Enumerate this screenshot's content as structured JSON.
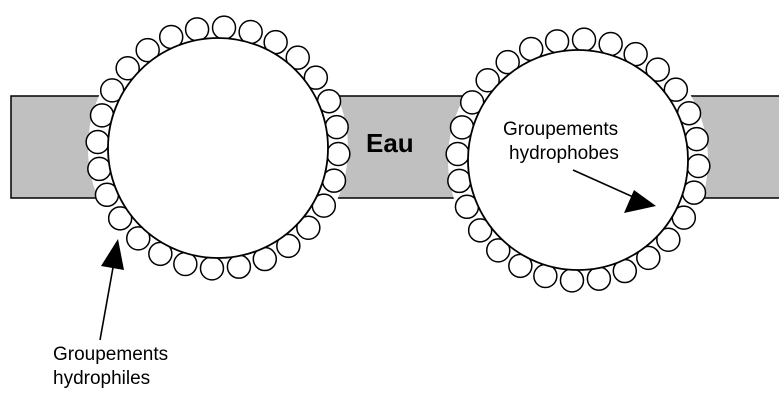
{
  "labels": {
    "water": "Eau",
    "hydrophobic_line1": "Groupements",
    "hydrophobic_line2": "hydrophobes",
    "hydrophilic_line1": "Groupements",
    "hydrophilic_line2": "hydrophiles"
  },
  "colors": {
    "water_band": "#c0c0c0",
    "outline": "#000000",
    "heads": "#ffffff"
  }
}
